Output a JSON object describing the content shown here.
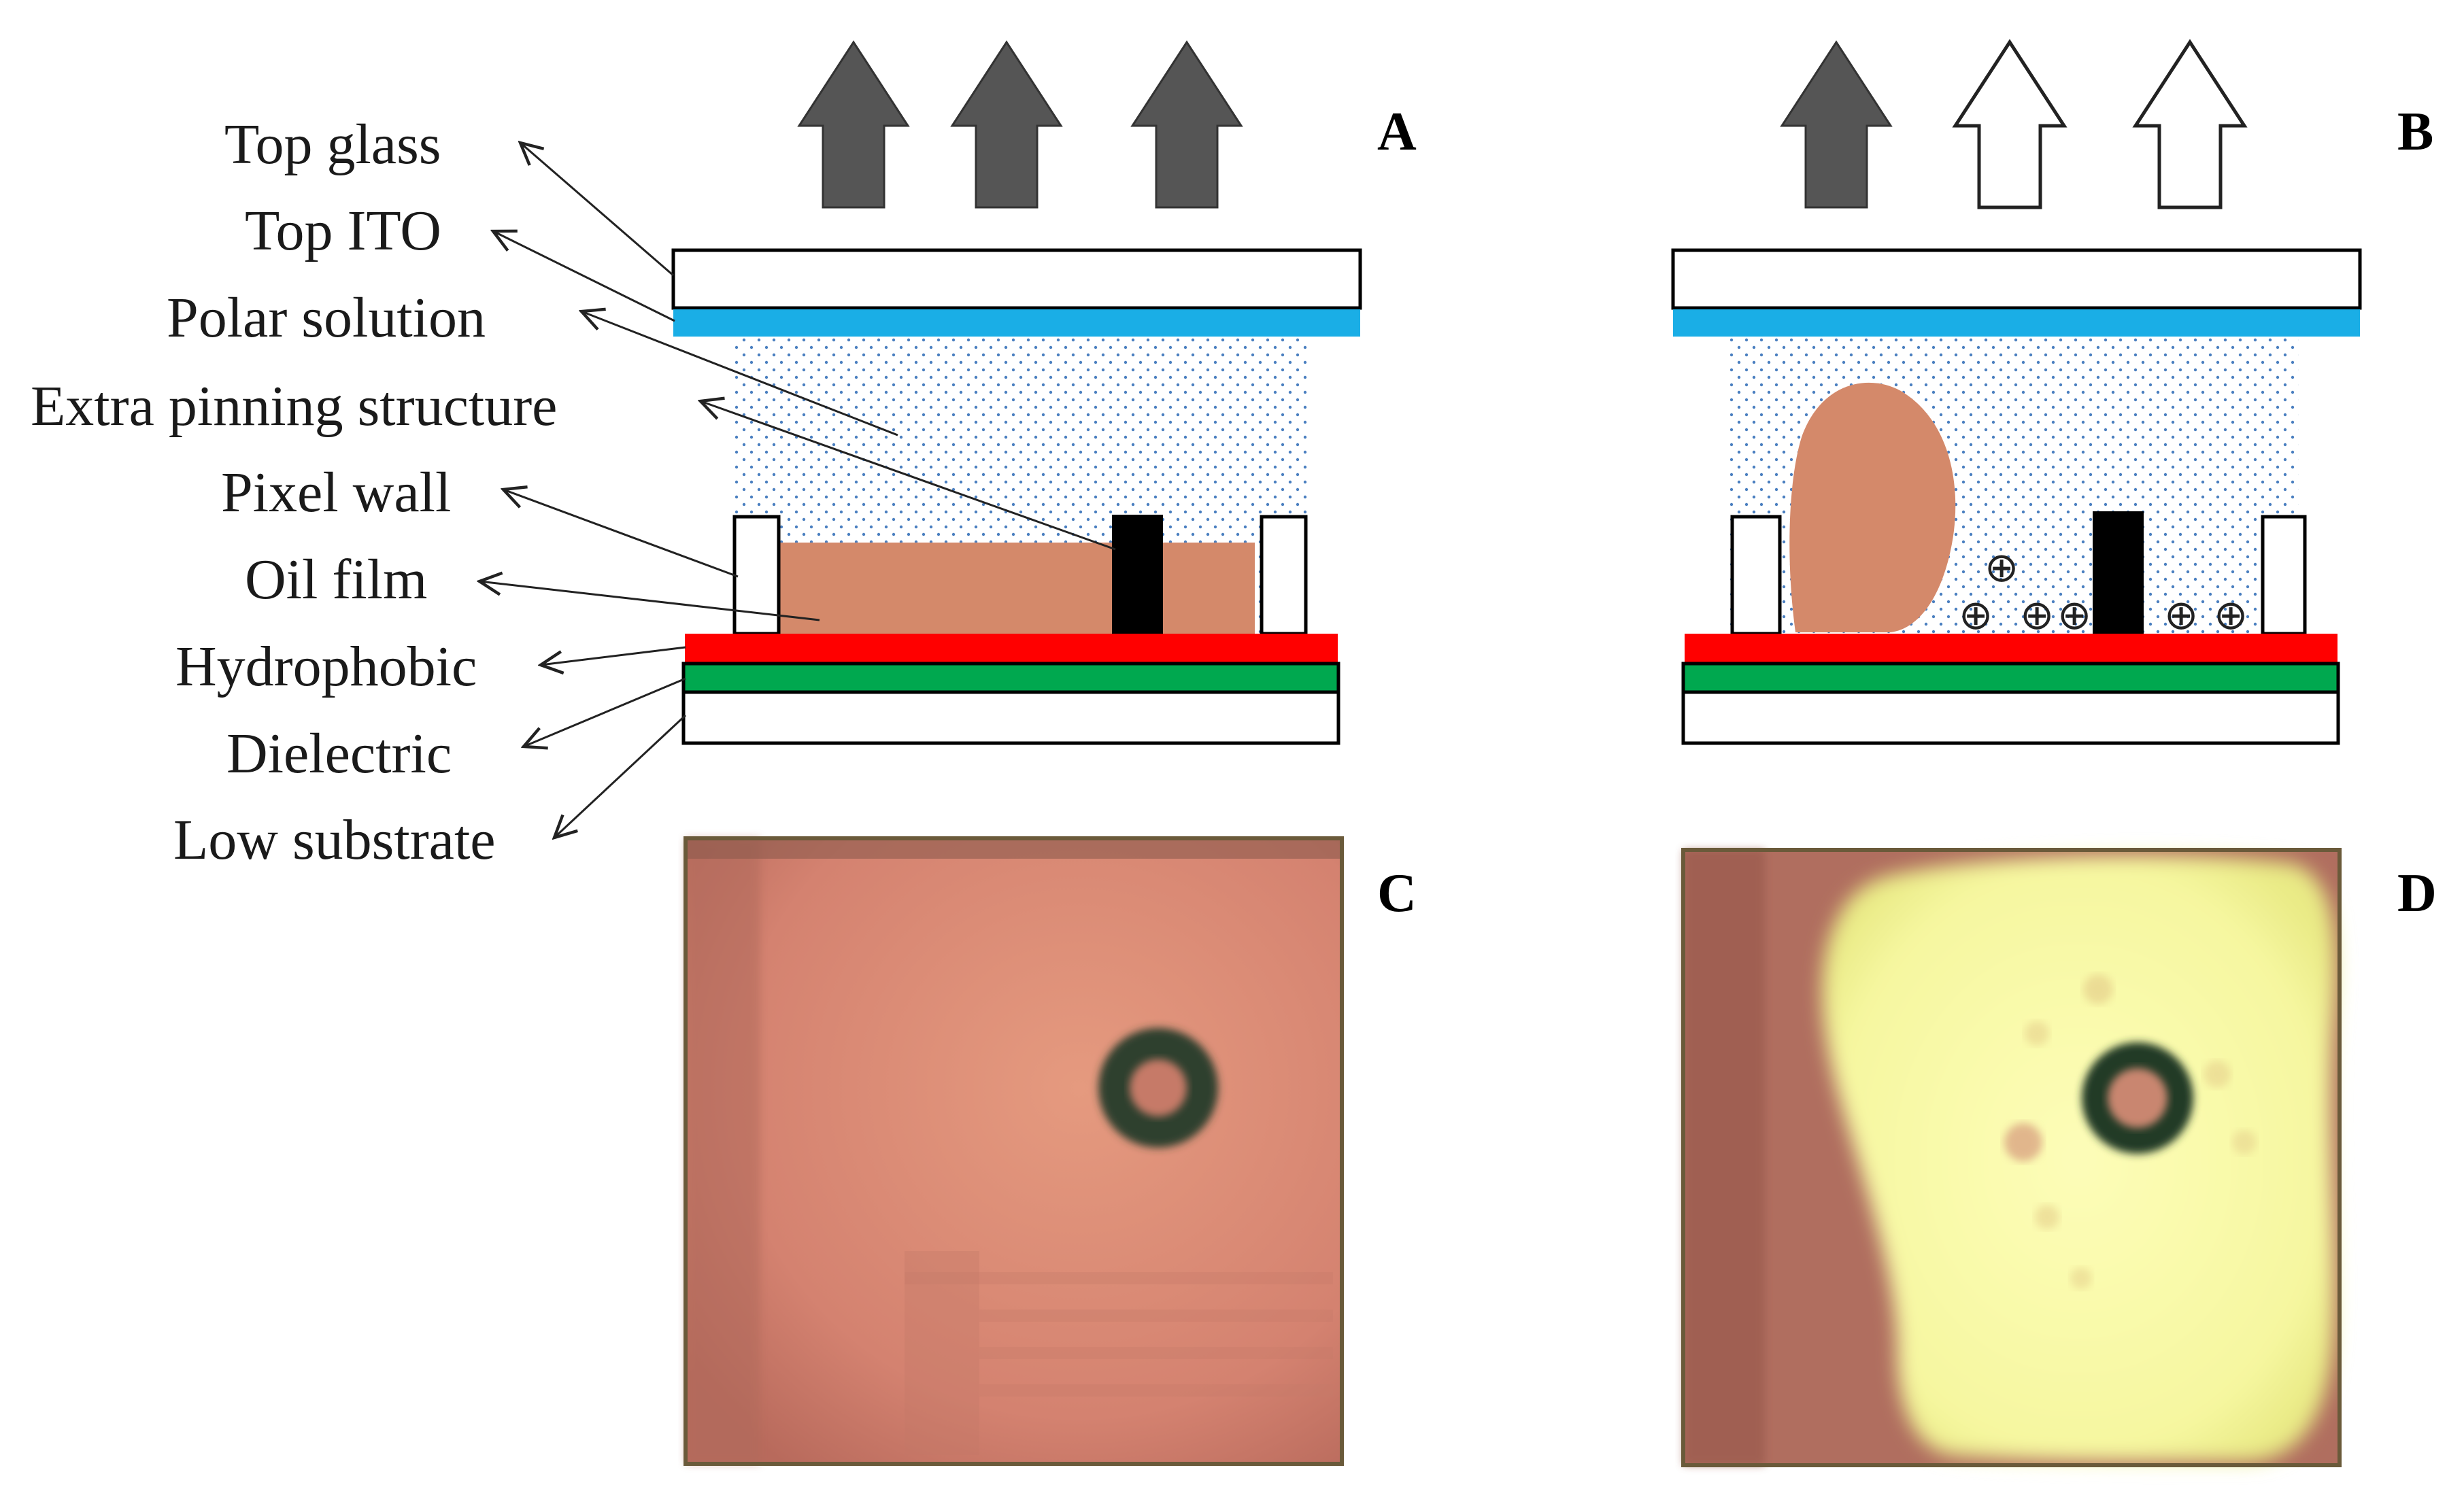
{
  "labels": {
    "top_glass": "Top glass",
    "top_ito": "Top ITO",
    "polar_solution": "Polar solution",
    "extra_pinning_structure": "Extra pinning structure",
    "pixel_wall": "Pixel wall",
    "oil_film": "Oil film",
    "hydrophobic": "Hydrophobic",
    "dielectric": "Dielectric",
    "low_substrate": "Low substrate"
  },
  "panels": {
    "a": "A",
    "b": "B",
    "c": "C",
    "d": "D"
  },
  "charge_symbol": "⊕",
  "colors": {
    "ito": "#1aaee6",
    "hydrophobic": "#ff0000",
    "dielectric": "#00a84f",
    "oil": "#d4896a",
    "arrow_dark": "#555555",
    "solution_dots": "#4a7fc0",
    "pinning": "#000000",
    "photo_oil": "#d18270",
    "photo_bright": "#fbfca8"
  }
}
